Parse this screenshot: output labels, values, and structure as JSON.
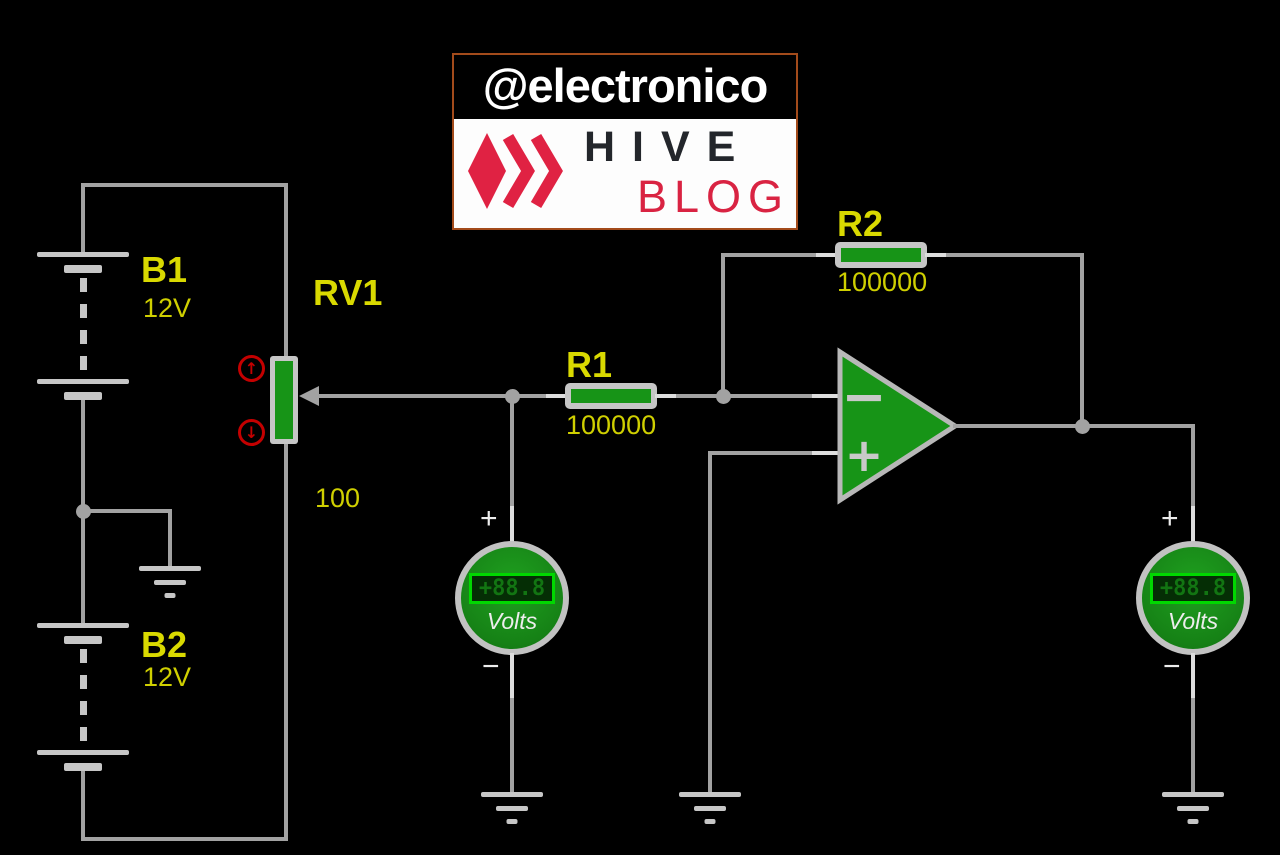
{
  "logo": {
    "handle": "@electronico",
    "hive": "HIVE",
    "blog": "BLOG"
  },
  "batteries": {
    "b1": {
      "ref": "B1",
      "value": "12V"
    },
    "b2": {
      "ref": "B2",
      "value": "12V"
    }
  },
  "potentiometer": {
    "ref": "RV1",
    "value": "100",
    "up_glyph": "↑",
    "down_glyph": "↓"
  },
  "resistors": {
    "r1": {
      "ref": "R1",
      "value": "100000"
    },
    "r2": {
      "ref": "R2",
      "value": "100000"
    }
  },
  "opamp": {
    "inverting": "−",
    "noninverting": "+"
  },
  "voltmeters": {
    "left": {
      "reading": "+88.8",
      "unit": "Volts",
      "plus": "+",
      "minus": "−"
    },
    "right": {
      "reading": "+88.8",
      "unit": "Volts",
      "plus": "+",
      "minus": "−"
    }
  },
  "colors": {
    "background": "#000000",
    "wire": "#a2a2a2",
    "component_green": "#179417",
    "label_yellow": "#d9d900",
    "adjust_red": "#c40000",
    "hive_red": "#e02243",
    "display_green": "#00d800"
  }
}
